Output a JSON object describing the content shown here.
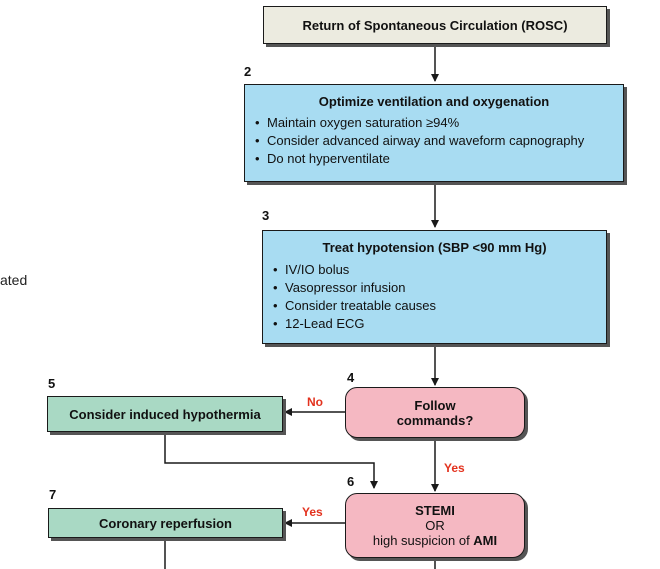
{
  "side_fragment": "ated",
  "steps": {
    "s1": {
      "title": "Return of Spontaneous Circulation (ROSC)"
    },
    "s2": {
      "number": "2",
      "title": "Optimize ventilation and oxygenation",
      "items": [
        "Maintain oxygen saturation ≥94%",
        "Consider advanced airway and waveform capnography",
        "Do not hyperventilate"
      ]
    },
    "s3": {
      "number": "3",
      "title": "Treat hypotension (SBP <90 mm Hg)",
      "items": [
        "IV/IO bolus",
        "Vasopressor infusion",
        "Consider treatable causes",
        "12-Lead ECG"
      ]
    },
    "s4": {
      "number": "4",
      "line1": "Follow",
      "line2": "commands?"
    },
    "s5": {
      "number": "5",
      "title": "Consider induced hypothermia"
    },
    "s6": {
      "number": "6",
      "line1": "STEMI",
      "line2": "OR",
      "line3_pre": "high suspicion of ",
      "line3_bold": "AMI"
    },
    "s7": {
      "number": "7",
      "title": "Coronary reperfusion"
    }
  },
  "labels": {
    "no": "No",
    "yes_down": "Yes",
    "yes_left": "Yes"
  },
  "colors": {
    "beige": "#ecebe0",
    "blue": "#a8dcf2",
    "pink": "#f5b8c2",
    "green": "#a9d9c4",
    "arrow": "#1a1a1a",
    "label_red": "#e3321e"
  }
}
